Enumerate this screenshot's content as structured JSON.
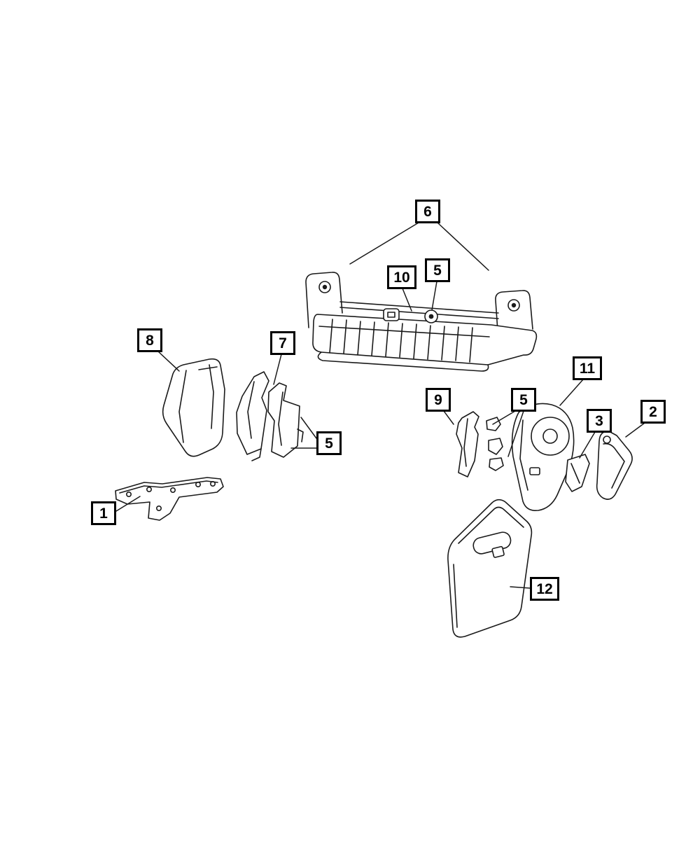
{
  "diagram": {
    "background_color": "#ffffff",
    "line_color": "#1a1a1a",
    "callout_border_color": "#000000",
    "callout_text_color": "#000000"
  },
  "callouts": [
    {
      "id": "6",
      "label": "6"
    },
    {
      "id": "10",
      "label": "10"
    },
    {
      "id": "5-top",
      "label": "5"
    },
    {
      "id": "8",
      "label": "8"
    },
    {
      "id": "7",
      "label": "7"
    },
    {
      "id": "11",
      "label": "11"
    },
    {
      "id": "9",
      "label": "9"
    },
    {
      "id": "5-right",
      "label": "5"
    },
    {
      "id": "3",
      "label": "3"
    },
    {
      "id": "2",
      "label": "2"
    },
    {
      "id": "5-left",
      "label": "5"
    },
    {
      "id": "1",
      "label": "1"
    },
    {
      "id": "12",
      "label": "12"
    }
  ]
}
